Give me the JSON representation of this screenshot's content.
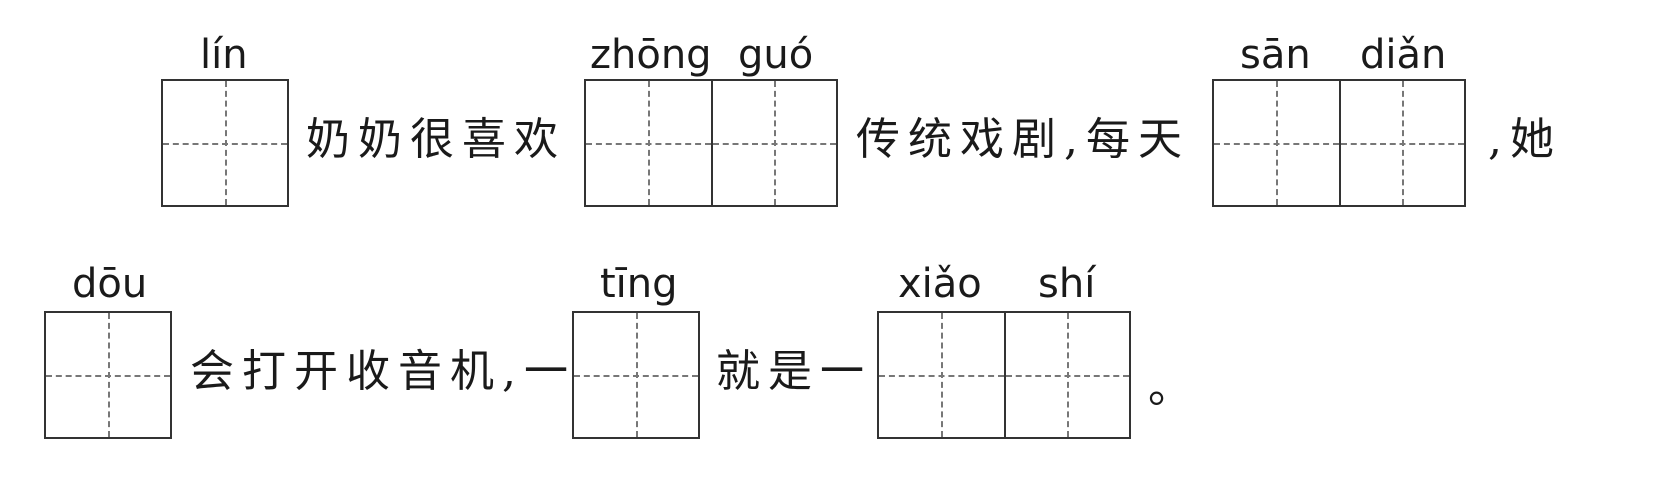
{
  "line1": {
    "pinyin": [
      "lín",
      "zhōng",
      "guó",
      "sān",
      "diǎn"
    ],
    "text": [
      "奶奶很喜欢",
      "传统戏剧,每天",
      ",她"
    ]
  },
  "line2": {
    "pinyin": [
      "dōu",
      "tīng",
      "xiǎo",
      "shí"
    ],
    "text": [
      "会打开收音机,一",
      "就是一",
      "。"
    ]
  }
}
